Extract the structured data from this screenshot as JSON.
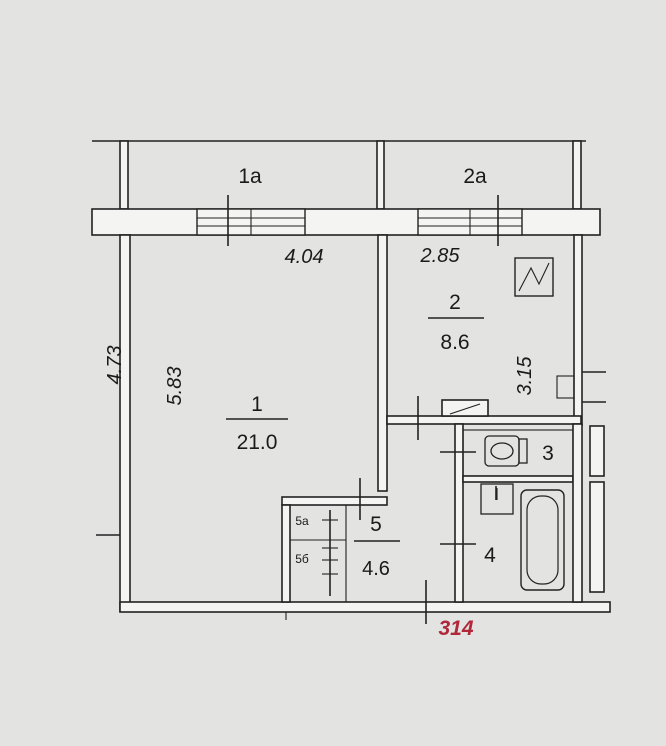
{
  "rooms": {
    "balcony_1a": "1а",
    "balcony_2a": "2а",
    "room_1": {
      "number": "1",
      "area": "21.0"
    },
    "room_2": {
      "number": "2",
      "area": "8.6"
    },
    "room_3": {
      "number": "3"
    },
    "room_4": {
      "number": "4"
    },
    "room_5": {
      "number": "5",
      "area": "4.6"
    },
    "closet_5a": "5а",
    "closet_5b": "5б"
  },
  "dimensions": {
    "room1_width": "4.04",
    "room2_width": "2.85",
    "left_height": "4.73",
    "room1_height": "5.83",
    "room2_height": "3.15"
  },
  "apartment_number": "314",
  "colors": {
    "background": "#e3e3e1",
    "lines": "#222222",
    "apartment_number": "#b0283a"
  }
}
